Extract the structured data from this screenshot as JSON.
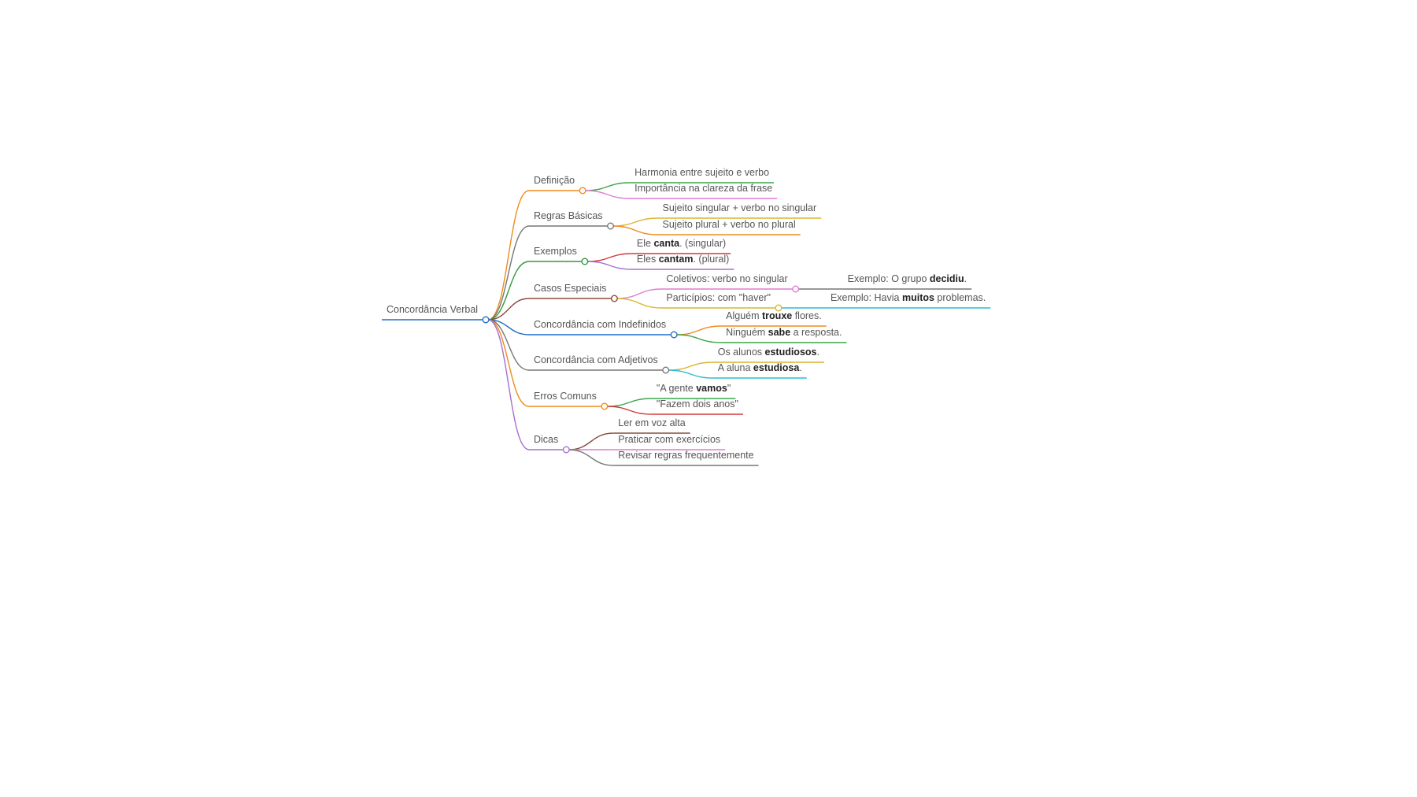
{
  "root": {
    "label": "Concordância Verbal",
    "color": "#1f6fc5"
  },
  "branches": [
    {
      "label": "Definição",
      "color": "#f08a1c",
      "children": [
        {
          "parts": [
            {
              "t": "Harmonia entre sujeito e verbo"
            }
          ],
          "color": "#3aa648"
        },
        {
          "parts": [
            {
              "t": "Importância na clareza da frase"
            }
          ],
          "color": "#e07ad4"
        }
      ]
    },
    {
      "label": "Regras Básicas",
      "color": "#777777",
      "children": [
        {
          "parts": [
            {
              "t": "Sujeito singular + verbo no singular"
            }
          ],
          "color": "#d9b62b"
        },
        {
          "parts": [
            {
              "t": "Sujeito plural + verbo no plural"
            }
          ],
          "color": "#f08a1c"
        }
      ]
    },
    {
      "label": "Exemplos",
      "color": "#2e9a3a",
      "children": [
        {
          "parts": [
            {
              "t": "Ele "
            },
            {
              "t": "canta",
              "b": true
            },
            {
              "t": ". (singular)"
            }
          ],
          "color": "#d23a3a"
        },
        {
          "parts": [
            {
              "t": "Eles "
            },
            {
              "t": "cantam",
              "b": true
            },
            {
              "t": ". (plural)"
            }
          ],
          "color": "#a86dd0"
        }
      ]
    },
    {
      "label": "Casos Especiais",
      "color": "#8b4a3c",
      "children": [
        {
          "parts": [
            {
              "t": "Coletivos: verbo no singular"
            }
          ],
          "color": "#e07ad4",
          "children": [
            {
              "parts": [
                {
                  "t": "Exemplo: O grupo "
                },
                {
                  "t": "decidiu",
                  "b": true
                },
                {
                  "t": "."
                }
              ],
              "color": "#777777"
            }
          ]
        },
        {
          "parts": [
            {
              "t": "Particípios: com \"haver\""
            }
          ],
          "color": "#d9b62b",
          "children": [
            {
              "parts": [
                {
                  "t": "Exemplo: Havia "
                },
                {
                  "t": "muitos",
                  "b": true
                },
                {
                  "t": " problemas."
                }
              ],
              "color": "#2bbcd4"
            }
          ]
        }
      ]
    },
    {
      "label": "Concordância com Indefinidos",
      "color": "#1f6fc5",
      "children": [
        {
          "parts": [
            {
              "t": "Alguém "
            },
            {
              "t": "trouxe",
              "b": true
            },
            {
              "t": " flores."
            }
          ],
          "color": "#f08a1c"
        },
        {
          "parts": [
            {
              "t": "Ninguém "
            },
            {
              "t": "sabe",
              "b": true
            },
            {
              "t": " a resposta."
            }
          ],
          "color": "#3aa648"
        }
      ]
    },
    {
      "label": "Concordância com Adjetivos",
      "color": "#777777",
      "children": [
        {
          "parts": [
            {
              "t": "Os alunos "
            },
            {
              "t": "estudiosos",
              "b": true
            },
            {
              "t": "."
            }
          ],
          "color": "#d9b62b"
        },
        {
          "parts": [
            {
              "t": "A aluna "
            },
            {
              "t": "estudiosa",
              "b": true
            },
            {
              "t": "."
            }
          ],
          "color": "#2bbcd4"
        }
      ]
    },
    {
      "label": "Erros Comuns",
      "color": "#f08a1c",
      "children": [
        {
          "parts": [
            {
              "t": "\"A gente "
            },
            {
              "t": "vamos",
              "b": true
            },
            {
              "t": "\""
            }
          ],
          "color": "#3aa648"
        },
        {
          "parts": [
            {
              "t": "\"Fazem dois anos\""
            }
          ],
          "color": "#d23a3a"
        }
      ]
    },
    {
      "label": "Dicas",
      "color": "#a86dd0",
      "children": [
        {
          "parts": [
            {
              "t": "Ler em voz alta"
            }
          ],
          "color": "#8b4a3c"
        },
        {
          "parts": [
            {
              "t": "Praticar com exercícios"
            }
          ],
          "color": "#e07ad4"
        },
        {
          "parts": [
            {
              "t": "Revisar regras frequentemente"
            }
          ],
          "color": "#777777"
        }
      ]
    }
  ]
}
